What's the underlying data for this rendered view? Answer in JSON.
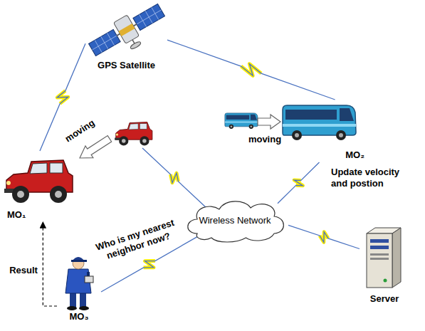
{
  "diagram": {
    "nodes": [
      {
        "text": [
          "GPS Satellite"
        ]
      },
      {
        "text": [
          "MO₂"
        ]
      },
      {
        "text": [
          "MO₁"
        ]
      },
      {
        "text": [
          "Wireless Network"
        ]
      },
      {
        "text": [
          "Server"
        ]
      },
      {
        "text": [
          "MO₃"
        ]
      }
    ],
    "edges": [
      {
        "from": 0,
        "to": 2,
        "arrow": "none"
      },
      {
        "from": 0,
        "to": 1,
        "arrow": "none"
      },
      {
        "from": 1,
        "to": 3,
        "arrow": "none",
        "label": "Update velocity and postion"
      },
      {
        "from": 5,
        "to": 3,
        "arrow": "none",
        "label": "Who is my nearest neighbor now?"
      },
      {
        "from": 3,
        "to": 4,
        "arrow": "none"
      },
      {
        "from": 5,
        "to": 2,
        "arrow": "to",
        "label": "Result"
      }
    ],
    "labels": [
      "moving",
      "moving"
    ]
  }
}
